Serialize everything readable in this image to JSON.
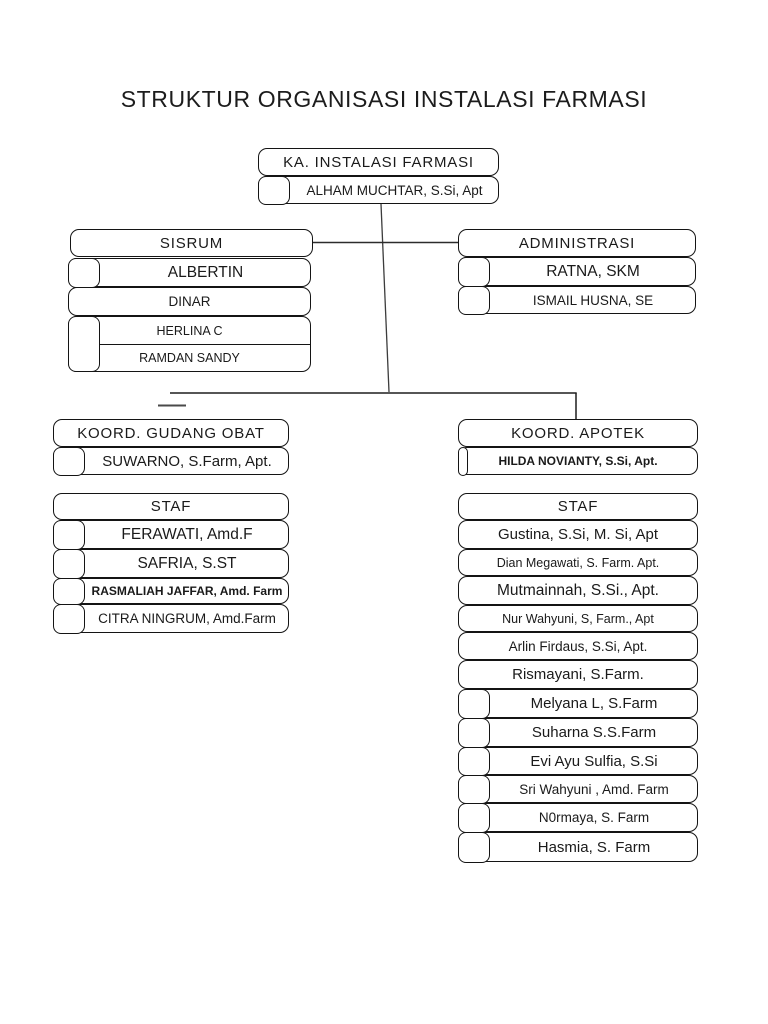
{
  "title": "STRUKTUR ORGANISASI INSTALASI FARMASI",
  "colors": {
    "border": "#141414",
    "text": "#1a1a1a",
    "line": "#333333",
    "background": "#ffffff"
  },
  "root": {
    "header": "KA. INSTALASI FARMASI",
    "member": "ALHAM MUCHTAR, S.Si, Apt"
  },
  "sisrum": {
    "header": "SISRUM",
    "members": [
      "ALBERTIN",
      "DINAR",
      "HERLINA C",
      "RAMDAN SANDY"
    ]
  },
  "administrasi": {
    "header": "ADMINISTRASI",
    "members": [
      "RATNA, SKM",
      "ISMAIL HUSNA, SE"
    ]
  },
  "koord_gudang_obat": {
    "header": "KOORD. GUDANG OBAT",
    "member": "SUWARNO, S.Farm, Apt."
  },
  "koord_apotek": {
    "header": "KOORD. APOTEK",
    "member": "HILDA NOVIANTY, S.Si, Apt."
  },
  "staf_gudang_obat": {
    "header": "STAF",
    "members": [
      "FERAWATI, Amd.F",
      "SAFRIA, S.ST",
      "RASMALIAH JAFFAR, Amd. Farm",
      "CITRA NINGRUM, Amd.Farm"
    ]
  },
  "staf_apotek": {
    "header": "STAF",
    "members": [
      "Gustina, S.Si, M. Si, Apt",
      "Dian Megawati, S. Farm. Apt.",
      "Mutmainnah, S.Si., Apt.",
      "Nur Wahyuni, S, Farm., Apt",
      "Arlin Firdaus, S.Si, Apt.",
      "Rismayani, S.Farm.",
      "Melyana L, S.Farm",
      "Suharna S.S.Farm",
      "Evi Ayu Sulfia, S.Si",
      "Sri Wahyuni , Amd. Farm",
      "N0rmaya, S. Farm",
      "Hasmia, S. Farm"
    ]
  }
}
